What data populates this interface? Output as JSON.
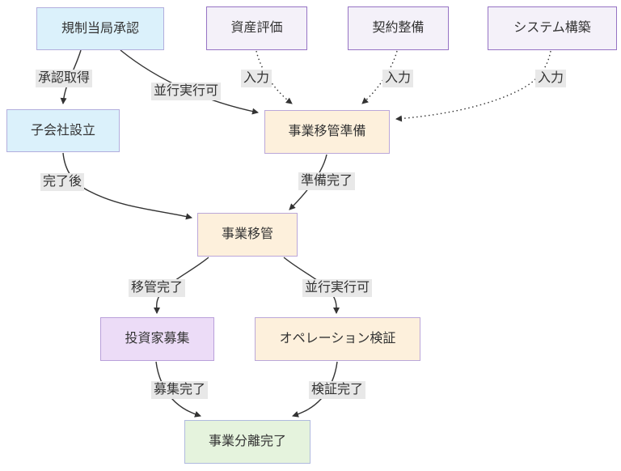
{
  "diagram": {
    "type": "flowchart",
    "direction": "top-down",
    "colors": {
      "background": "#ffffff",
      "text": "#333333",
      "edge": "#333333",
      "edge_label_bg": "#e8e8e8",
      "blue_fill": "#dbf1fb",
      "blue_border": "#b2aedd",
      "gray_fill": "#f4f1f9",
      "gray_border": "#9673c4",
      "cream_fill": "#fdf0dc",
      "cream_border": "#bba7d9",
      "purple_fill": "#ecdcf7",
      "purple_border": "#b9a0da",
      "green_fill": "#e5f3dd",
      "green_border": "#b0bade"
    },
    "nodes": [
      {
        "id": "approval",
        "label": "規制当局承認",
        "style": "blue"
      },
      {
        "id": "asset",
        "label": "資産評価",
        "style": "gray"
      },
      {
        "id": "contract",
        "label": "契約整備",
        "style": "gray"
      },
      {
        "id": "system",
        "label": "システム構築",
        "style": "gray"
      },
      {
        "id": "subsidiary",
        "label": "子会社設立",
        "style": "blue"
      },
      {
        "id": "prep",
        "label": "事業移管準備",
        "style": "cream"
      },
      {
        "id": "transfer",
        "label": "事業移管",
        "style": "cream"
      },
      {
        "id": "investor",
        "label": "投資家募集",
        "style": "purple"
      },
      {
        "id": "ops",
        "label": "オペレーション検証",
        "style": "cream"
      },
      {
        "id": "done",
        "label": "事業分離完了",
        "style": "green"
      }
    ],
    "edges": [
      {
        "from": "approval",
        "to": "subsidiary",
        "label": "承認取得",
        "line": "solid"
      },
      {
        "from": "approval",
        "to": "prep",
        "label": "並行実行可",
        "line": "solid"
      },
      {
        "from": "asset",
        "to": "prep",
        "label": "入力",
        "line": "dotted"
      },
      {
        "from": "contract",
        "to": "prep",
        "label": "入力",
        "line": "dotted"
      },
      {
        "from": "system",
        "to": "prep",
        "label": "入力",
        "line": "dotted"
      },
      {
        "from": "subsidiary",
        "to": "transfer",
        "label": "完了後",
        "line": "solid"
      },
      {
        "from": "prep",
        "to": "transfer",
        "label": "準備完了",
        "line": "solid"
      },
      {
        "from": "transfer",
        "to": "investor",
        "label": "移管完了",
        "line": "solid"
      },
      {
        "from": "transfer",
        "to": "ops",
        "label": "並行実行可",
        "line": "solid"
      },
      {
        "from": "investor",
        "to": "done",
        "label": "募集完了",
        "line": "solid"
      },
      {
        "from": "ops",
        "to": "done",
        "label": "検証完了",
        "line": "solid"
      }
    ]
  }
}
